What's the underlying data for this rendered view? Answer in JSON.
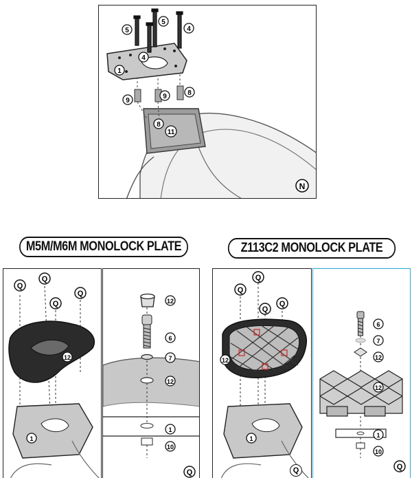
{
  "titles": {
    "m5m": "M5M/M6M MONOLOCK PLATE",
    "z113": "Z113C2 MONOLOCK PLATE"
  },
  "panel_top": {
    "parts": [
      "5",
      "5",
      "4",
      "4",
      "1",
      "9",
      "9",
      "8",
      "8",
      "11"
    ],
    "letter": "N"
  },
  "panel_m5m_left": {
    "labels": [
      "Q",
      "Q",
      "Q",
      "Q",
      "12",
      "1"
    ]
  },
  "panel_m5m_right": {
    "parts": [
      "12",
      "6",
      "7",
      "12",
      "1",
      "10"
    ],
    "letter": "Q"
  },
  "panel_z113_left": {
    "labels": [
      "Q",
      "Q",
      "Q",
      "Q",
      "12",
      "1"
    ],
    "letter": "Q"
  },
  "panel_z113_right": {
    "parts": [
      "6",
      "7",
      "12",
      "12",
      "1",
      "10"
    ],
    "letter": "Q"
  },
  "colors": {
    "frame": "#222222",
    "highlight_frame": "#29a8d6",
    "metal": "#cfcfcf",
    "plate_gray": "#c8c8c8",
    "dark": "#2b2b2b",
    "red_marks": "#c83232"
  }
}
